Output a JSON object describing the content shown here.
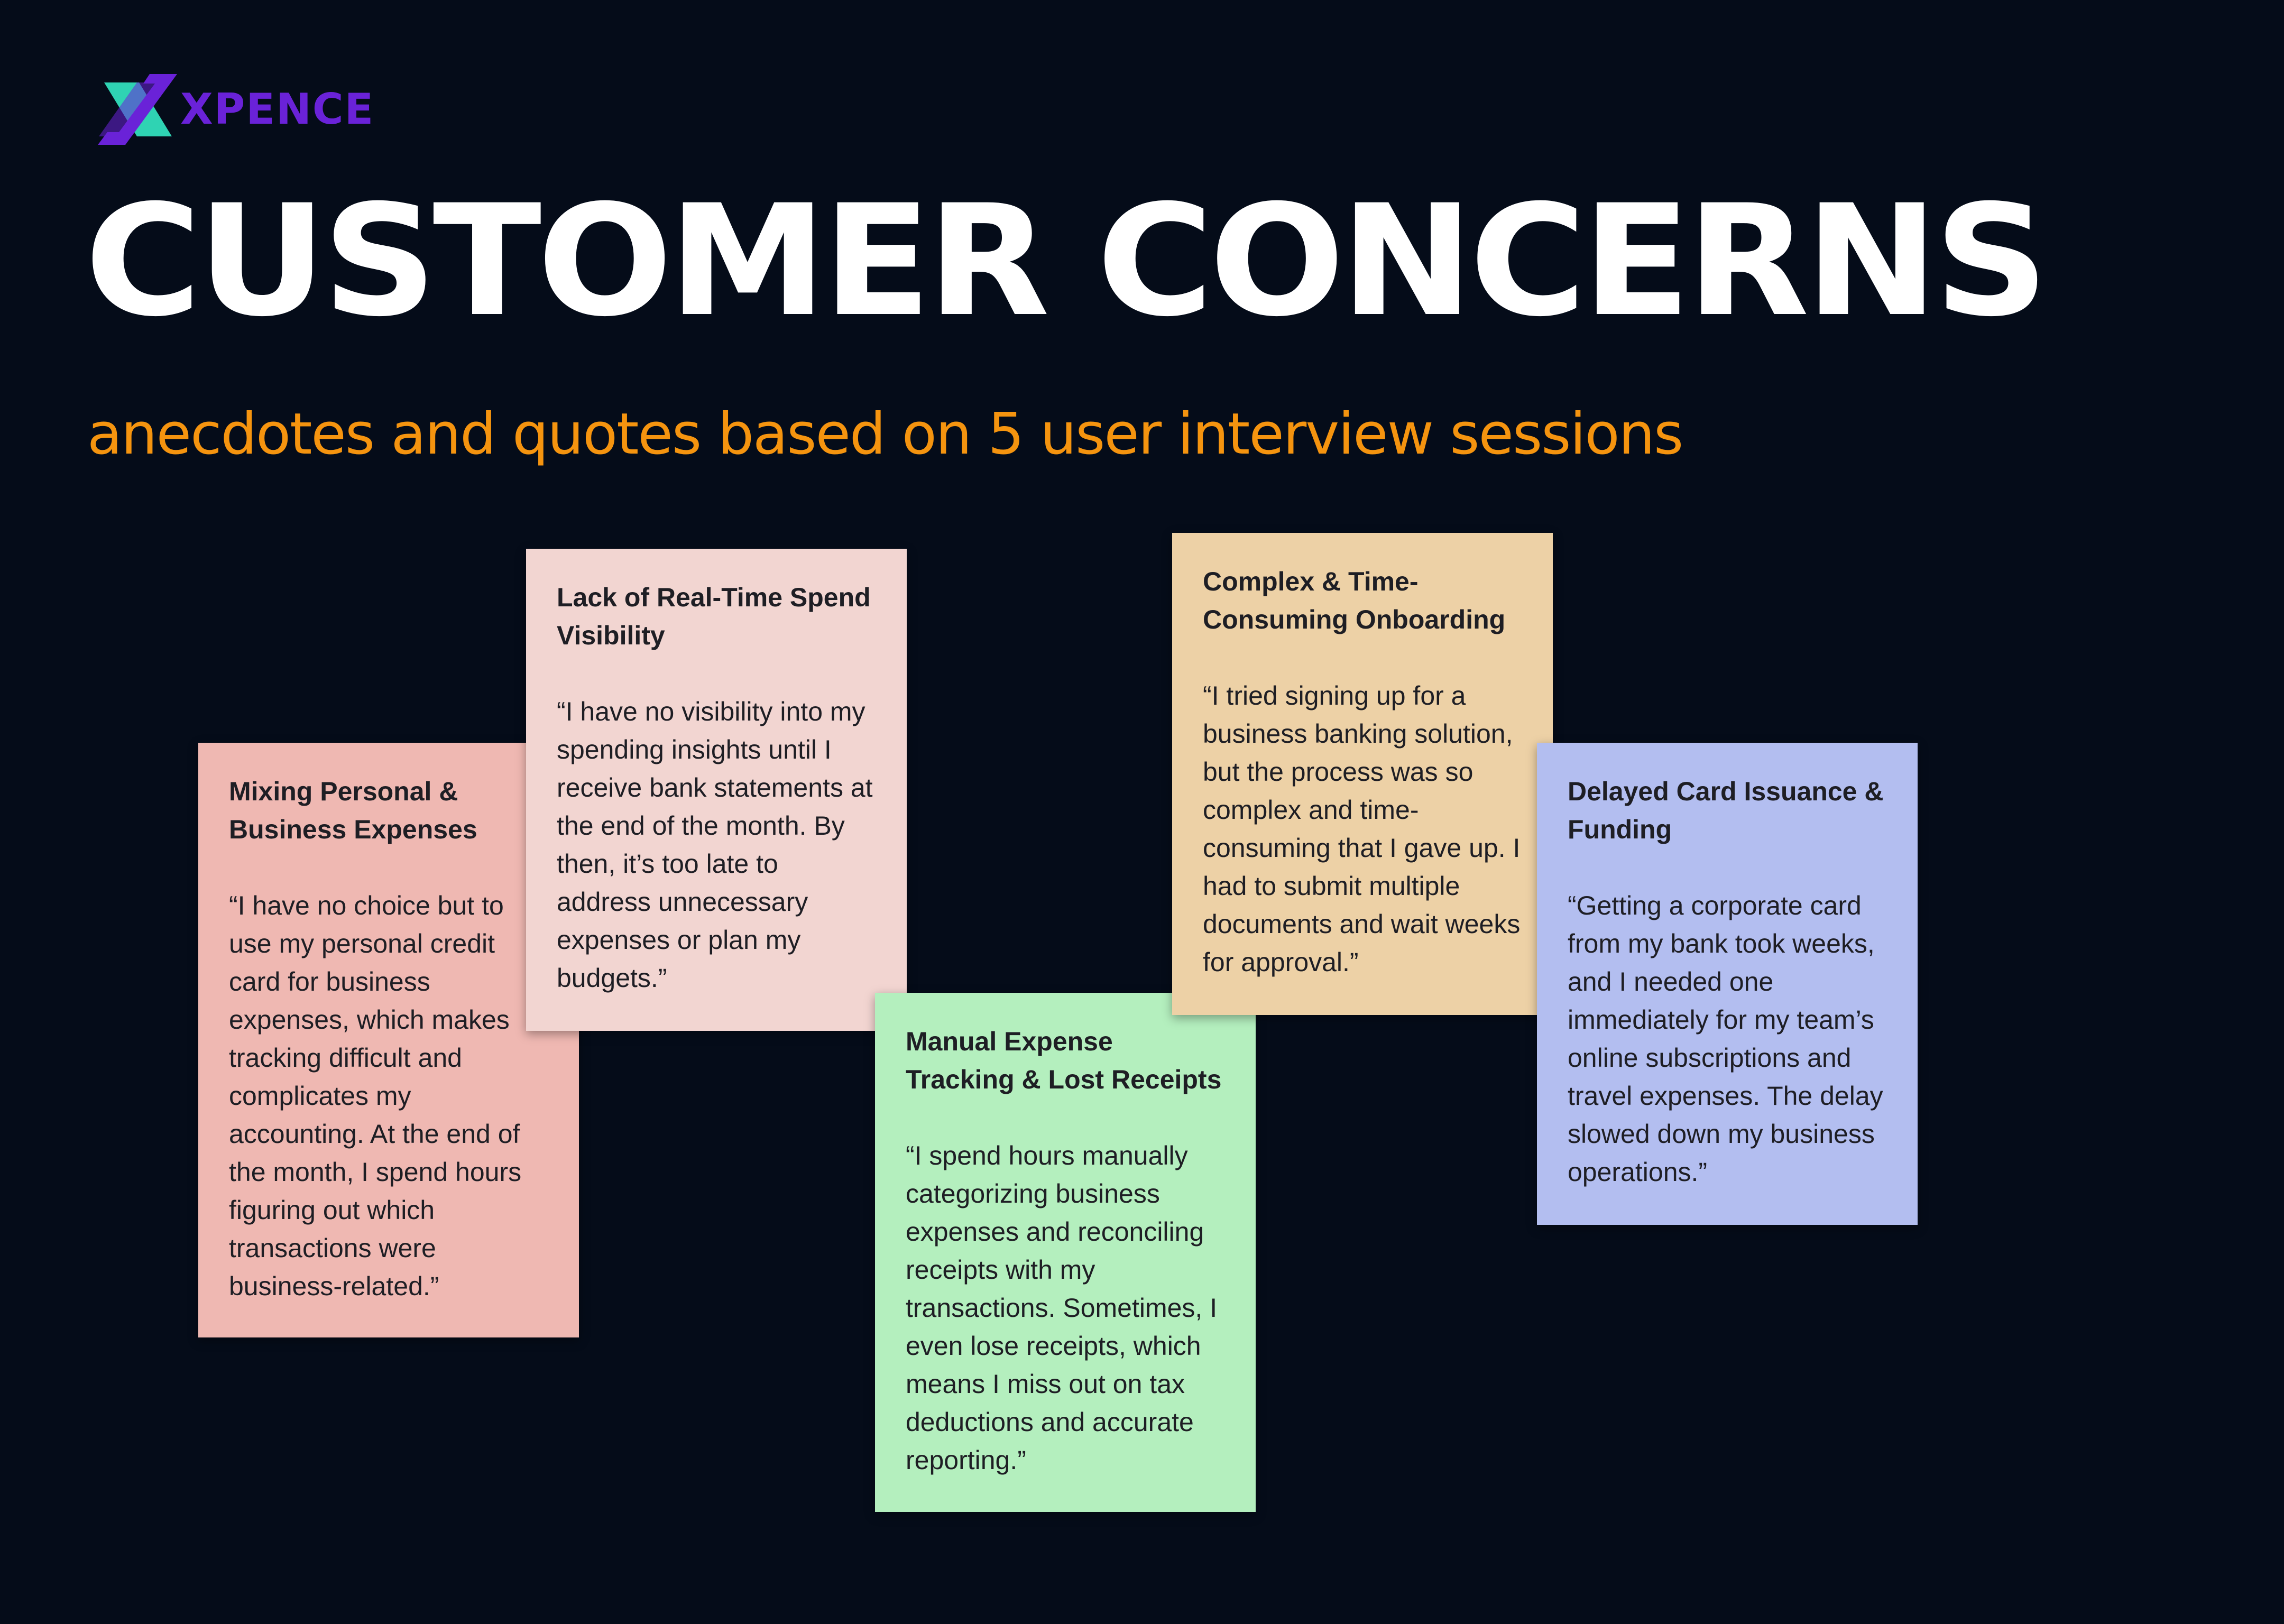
{
  "logo": {
    "text": "XPENCE",
    "text_color": "#6a22d8",
    "mark_colors": [
      "#2fd3b3",
      "#6a22d8"
    ]
  },
  "title": "CUSTOMER CONCERNS",
  "subtitle": "anecdotes and quotes based on 5 user interview sessions",
  "colors": {
    "background": "#050c19",
    "title": "#ffffff",
    "subtitle": "#f5940f"
  },
  "notes": [
    {
      "heading": "Mixing Personal & Business Expenses",
      "quote": "“I have no choice but to use my personal credit card for business expenses, which makes tracking difficult and complicates my accounting. At the end of the month, I spend hours figuring out which transactions were business-related.”",
      "color": "#efb8b2"
    },
    {
      "heading": "Lack of Real-Time Spend Visibility",
      "quote": "“I have no visibility into my spending insights until I receive bank statements at the end of the month. By then, it’s too late to address unnecessary expenses or plan my budgets.”",
      "color": "#f2d5d1"
    },
    {
      "heading": "Manual Expense Tracking & Lost Receipts",
      "quote": "“I spend hours manually categorizing business expenses and reconciling receipts with my transactions. Sometimes, I even lose receipts, which means I miss out on tax deductions and accurate reporting.”",
      "color": "#b4efbe"
    },
    {
      "heading": "Complex & Time-Consuming Onboarding",
      "quote": "“I tried signing up for a business banking solution, but the process was so complex and time-consuming that I gave up. I had to submit multiple documents and wait weeks for approval.”",
      "color": "#edd1a6"
    },
    {
      "heading": "Delayed Card Issuance & Funding",
      "quote": "“Getting a corporate card from my bank took weeks, and I needed one immediately for my team’s online subscriptions and travel expenses. The delay slowed down my business operations.”",
      "color": "#b3bef0"
    }
  ]
}
